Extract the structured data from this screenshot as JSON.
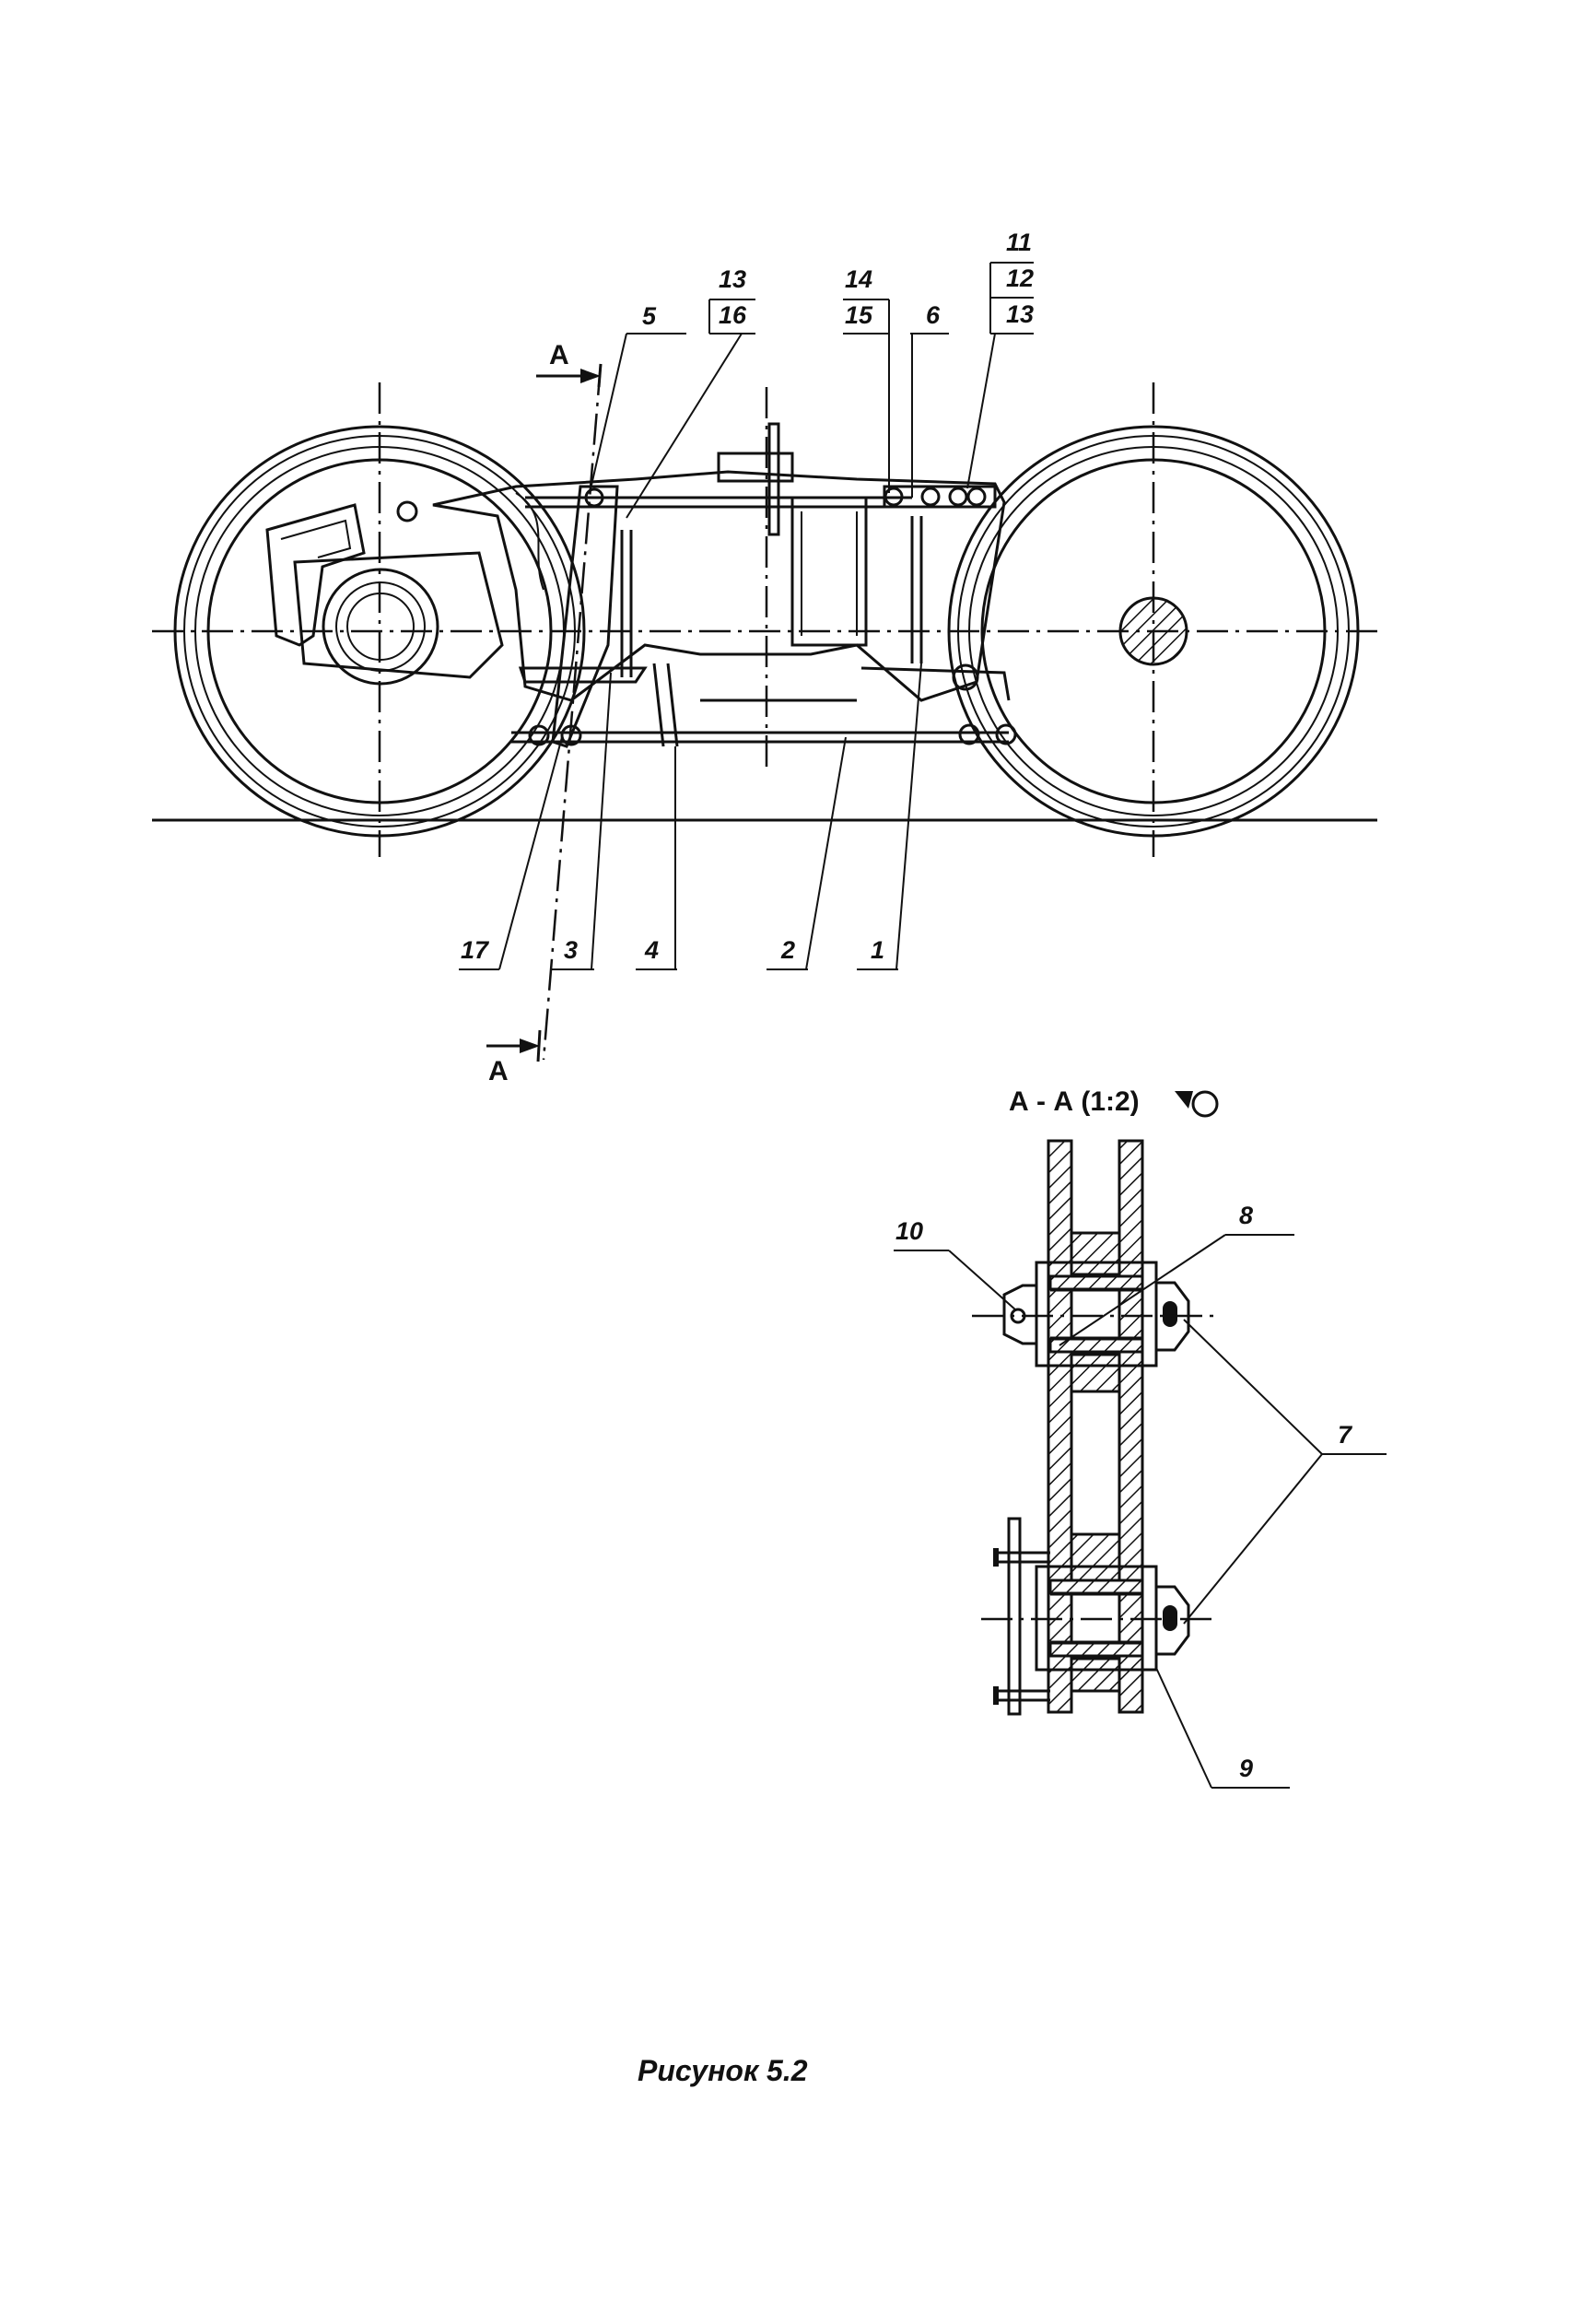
{
  "labels": {
    "l1": "1",
    "l2": "2",
    "l3": "3",
    "l4": "4",
    "l5": "5",
    "l6": "6",
    "l7": "7",
    "l8": "8",
    "l9": "9",
    "l10": "10",
    "l11": "11",
    "l12": "12",
    "l13a": "13",
    "l13b": "13",
    "l14": "14",
    "l15": "15",
    "l16": "16",
    "l17": "17"
  },
  "section": {
    "mark_top": "А",
    "mark_bottom": "А",
    "title": "А - А (1:2)"
  },
  "caption": "Рисунок 5.2"
}
